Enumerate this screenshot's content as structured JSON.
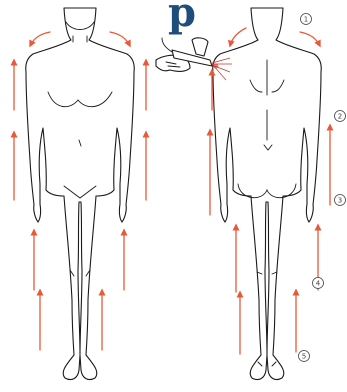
{
  "colors": {
    "arrow": "#e8593a",
    "outline": "#1a1a1a",
    "brand": "#1e4d7b",
    "spray": "#c0392b"
  },
  "icons": {
    "sprayer": "airbrush-gun-in-hand-icon"
  },
  "steps": [
    "1",
    "2",
    "3",
    "4",
    "5"
  ]
}
